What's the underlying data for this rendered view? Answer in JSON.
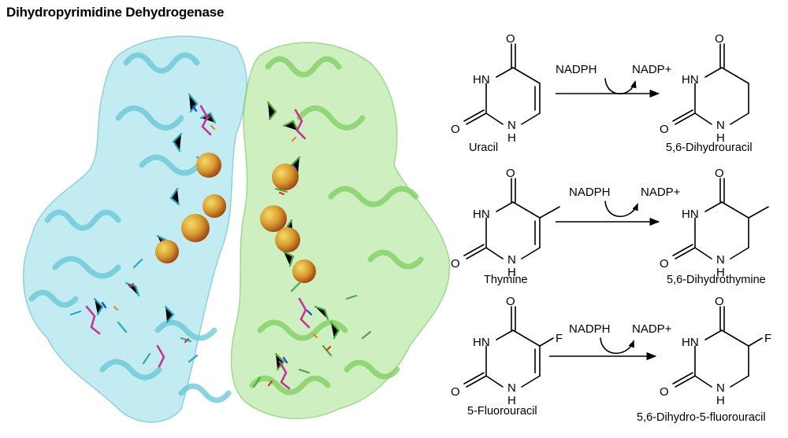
{
  "title": "Dihydropyrimidine Dehydrogenase",
  "colors": {
    "subunit_a": "#8fdde8",
    "subunit_b": "#a6e38d",
    "cluster_core": "#c8651f",
    "cluster_highlight": "#e9c23a",
    "cofactor": "#c8329b"
  },
  "protein": {
    "description_icon": "protein-structure"
  },
  "atoms": {
    "O": "O",
    "HN": "HN",
    "NH": "N",
    "H": "H",
    "F": "F"
  },
  "reactions": [
    {
      "substrate": "Uracil",
      "cofactor_in": "NADPH",
      "cofactor_out": "NADP+",
      "product": "5,6-Dihydrouracil"
    },
    {
      "substrate": "Thymine",
      "cofactor_in": "NADPH",
      "cofactor_out": "NADP+",
      "product": "5,6-Dihydrothymine"
    },
    {
      "substrate": "5-Fluorouracil",
      "cofactor_in": "NADPH",
      "cofactor_out": "NADP+",
      "product": "5,6-Dihydro-5-fluorouracil"
    }
  ]
}
